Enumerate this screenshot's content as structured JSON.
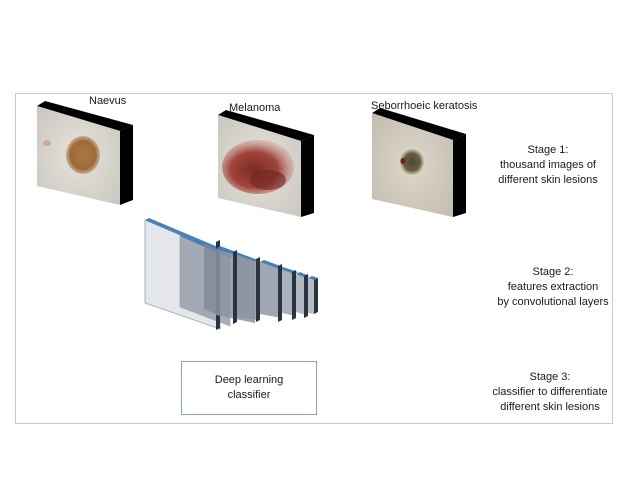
{
  "lesions": [
    {
      "label": "Naevus",
      "lesion_color": "#a0703a"
    },
    {
      "label": "Melanoma",
      "lesion_color": "#8a2e22"
    },
    {
      "label": "Seborrhoeic keratosis",
      "lesion_color": "#4a4030"
    }
  ],
  "stages": [
    {
      "title": "Stage 1:",
      "lines": [
        "thousand images of",
        "different skin lesions"
      ]
    },
    {
      "title": "Stage 2:",
      "lines": [
        "features extraction",
        "by convolutional layers"
      ]
    },
    {
      "title": "Stage 3:",
      "lines": [
        "classifier to differentiate",
        "different skin lesions"
      ]
    }
  ],
  "classifier": {
    "lines": [
      "Deep learning",
      "classifier"
    ]
  },
  "colors": {
    "frame": "#b9cde0",
    "layer_top": "#4a7fb5",
    "layer_face": "#8f9aa8",
    "card_side": "#000000"
  }
}
